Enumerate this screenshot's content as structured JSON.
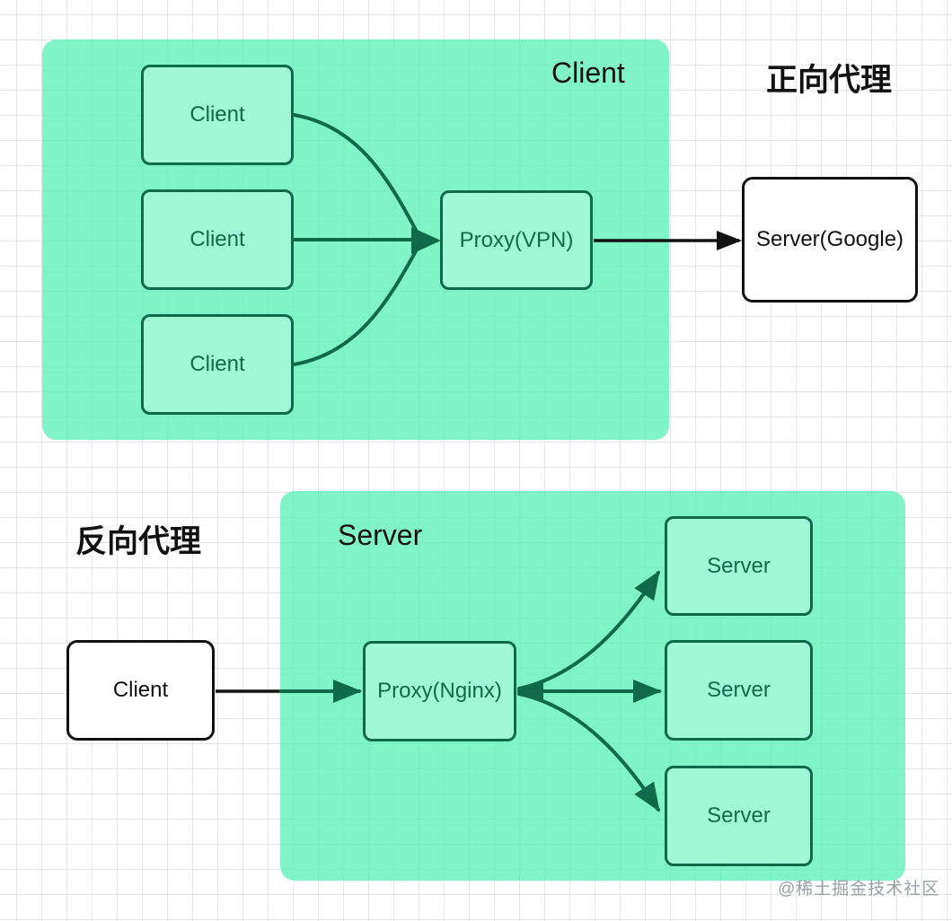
{
  "colors": {
    "container_fill": "#8ff3cd",
    "node_fill": "#9ff8d8",
    "dark_green": "#0d6b4b",
    "black_ink": "#111111",
    "grid_line": "#e7e7e7",
    "watermark_gray": "#9aa0a6"
  },
  "forward": {
    "section_label": "正向代理",
    "container_label": "Client",
    "clients": [
      "Client",
      "Client",
      "Client"
    ],
    "proxy": "Proxy(VPN)",
    "server": "Server(Google)"
  },
  "reverse": {
    "section_label": "反向代理",
    "container_label": "Server",
    "client": "Client",
    "proxy": "Proxy(Nginx)",
    "servers": [
      "Server",
      "Server",
      "Server"
    ]
  },
  "watermark": "@稀土掘金技术社区"
}
